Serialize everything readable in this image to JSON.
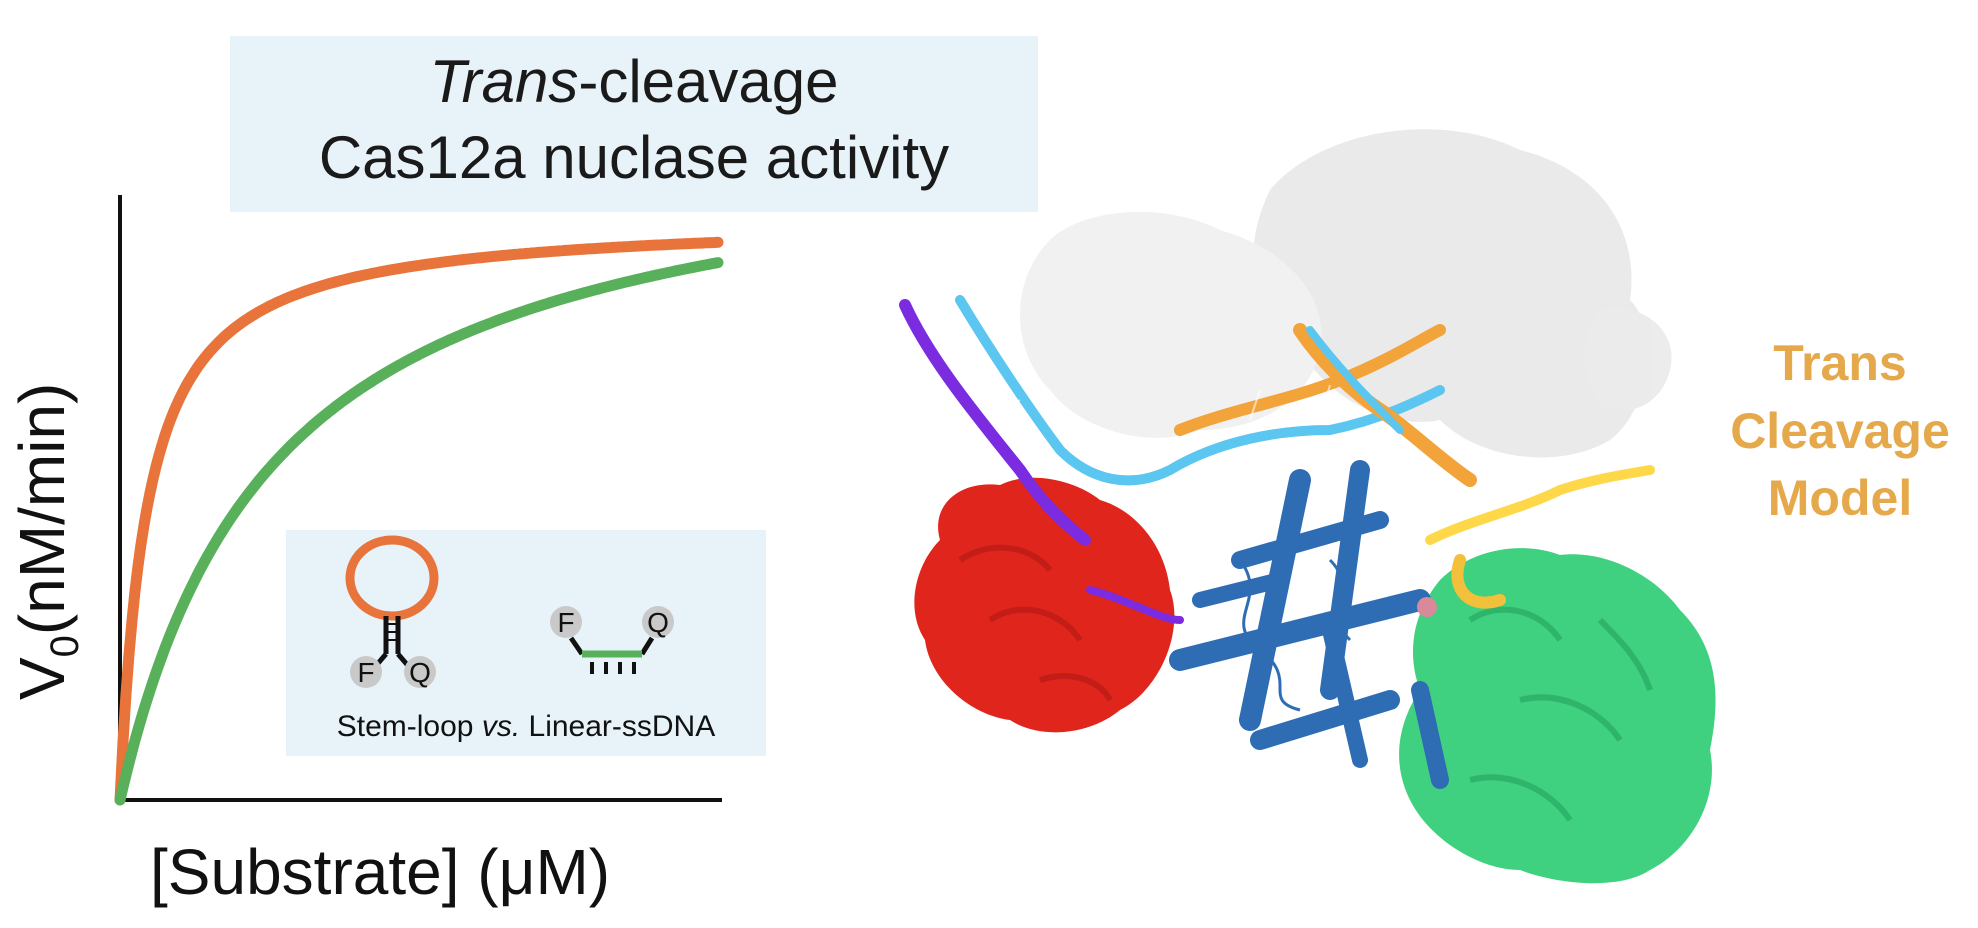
{
  "title": {
    "italic_part": "Trans",
    "line1_rest": "-cleavage",
    "line2": "Cas12a nuclase activity"
  },
  "axes": {
    "ylabel_prefix": "V",
    "ylabel_sub": "0",
    "ylabel_rest": "(nM/min)",
    "xlabel": "[Substrate] (μM)"
  },
  "legend": {
    "left_text": "Stem-loop ",
    "vs_text": "vs.",
    "right_text": " Linear-ssDNA",
    "fluor_label": "F",
    "quencher_label": "Q"
  },
  "model_label": {
    "line1": "Trans",
    "line2": "Cleavage",
    "line3": "Model"
  },
  "colors": {
    "stem_loop": "#e8743b",
    "linear_ssdna": "#58b05a",
    "model_label": "#e5a84a",
    "box_bg": "#e8f3f9"
  },
  "chart_data": {
    "type": "line",
    "xlabel": "[Substrate] (μM)",
    "ylabel": "V0(nM/min)",
    "series": [
      {
        "name": "Stem-loop",
        "color": "#e8743b",
        "vmax": 1.05,
        "km": 0.045
      },
      {
        "name": "Linear-ssDNA",
        "color": "#58b05a",
        "vmax": 1.22,
        "km": 0.26
      }
    ],
    "x_range": [
      0,
      1
    ],
    "y_range": [
      0,
      1
    ]
  }
}
